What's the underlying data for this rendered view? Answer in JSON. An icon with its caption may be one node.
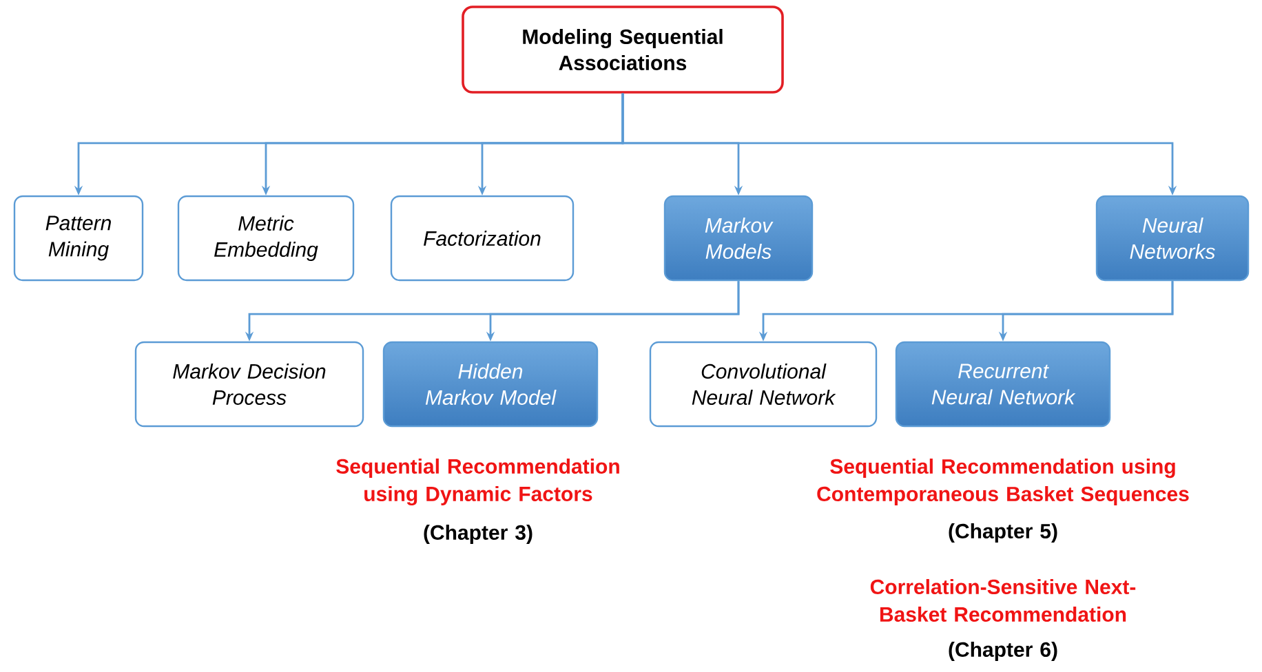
{
  "diagram": {
    "nodes": [
      {
        "text": [
          "Modeling Sequential Associations"
        ]
      },
      {
        "text": [
          "Pattern Mining"
        ]
      },
      {
        "text": [
          "Metric Embedding"
        ]
      },
      {
        "text": [
          "Factorization"
        ]
      },
      {
        "text": [
          "Markov Models"
        ]
      },
      {
        "text": [
          "Neural Networks"
        ]
      },
      {
        "text": [
          "Markov Decision Process"
        ]
      },
      {
        "text": [
          "Hidden Markov Model"
        ]
      },
      {
        "text": [
          "Convolutional Neural Network"
        ]
      },
      {
        "text": [
          "Recurrent Neural Network"
        ]
      }
    ],
    "edges": [
      {
        "from": 0,
        "to": 1,
        "arrow": "to"
      },
      {
        "from": 0,
        "to": 2,
        "arrow": "to"
      },
      {
        "from": 0,
        "to": 3,
        "arrow": "to"
      },
      {
        "from": 0,
        "to": 4,
        "arrow": "to"
      },
      {
        "from": 0,
        "to": 5,
        "arrow": "to"
      },
      {
        "from": 4,
        "to": 6,
        "arrow": "to"
      },
      {
        "from": 4,
        "to": 7,
        "arrow": "to"
      },
      {
        "from": 5,
        "to": 8,
        "arrow": "to"
      },
      {
        "from": 5,
        "to": 9,
        "arrow": "to"
      }
    ],
    "labels": [
      "Sequential Recommendation using Dynamic Factors",
      "(Chapter 3)",
      "Sequential Recommendation using Contemporaneous Basket Sequences",
      "(Chapter 5)",
      "Correlation-Sensitive Next-Basket Recommendation",
      "(Chapter 6)"
    ]
  }
}
